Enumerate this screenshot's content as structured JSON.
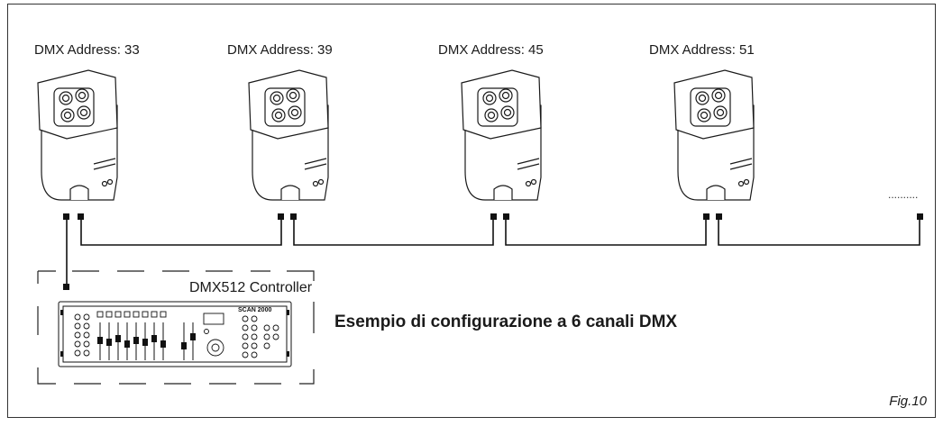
{
  "figure": {
    "fixtures": [
      {
        "address_label": "DMX Address: 33"
      },
      {
        "address_label": "DMX Address: 39"
      },
      {
        "address_label": "DMX Address: 45"
      },
      {
        "address_label": "DMX Address: 51"
      }
    ],
    "controller_label": "DMX512 Controller",
    "controller_brand": "SCAN 2000",
    "example_caption": "Esempio di configurazione a 6 canali DMX",
    "fig_label": "Fig.10",
    "continuation": "..........",
    "colors": {
      "line": "#111111",
      "fixture_fill": "#ffffff",
      "fixture_stroke": "#1a1a1a"
    }
  }
}
